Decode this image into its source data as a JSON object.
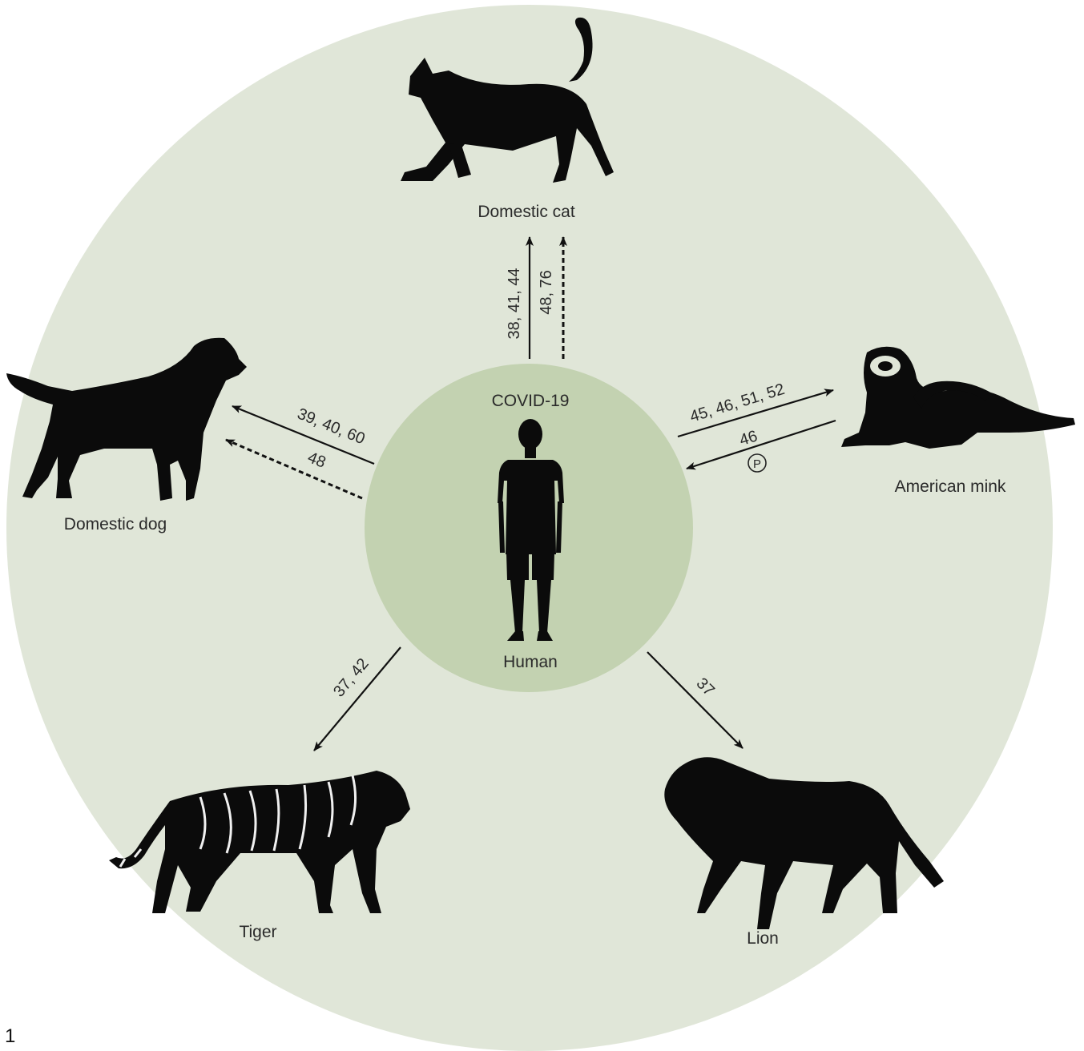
{
  "figure_number": "1",
  "center": {
    "top_label": "COVID-19",
    "bottom_label": "Human"
  },
  "animals": {
    "cat": "Domestic cat",
    "dog": "Domestic dog",
    "mink": "American mink",
    "tiger": "Tiger",
    "lion": "Lion"
  },
  "links": {
    "cat_solid": "38, 41, 44",
    "cat_dashed": "48, 76",
    "dog_solid": "39, 40, 60",
    "dog_dashed": "48",
    "mink_to": "45, 46, 51, 52",
    "mink_from": "46",
    "mink_from_mark": "P",
    "tiger": "37, 42",
    "lion": "37"
  },
  "colors": {
    "outer_circle": "#e0e6d8",
    "inner_circle": "#c3d2b1",
    "silhouette": "#0b0b0b"
  }
}
